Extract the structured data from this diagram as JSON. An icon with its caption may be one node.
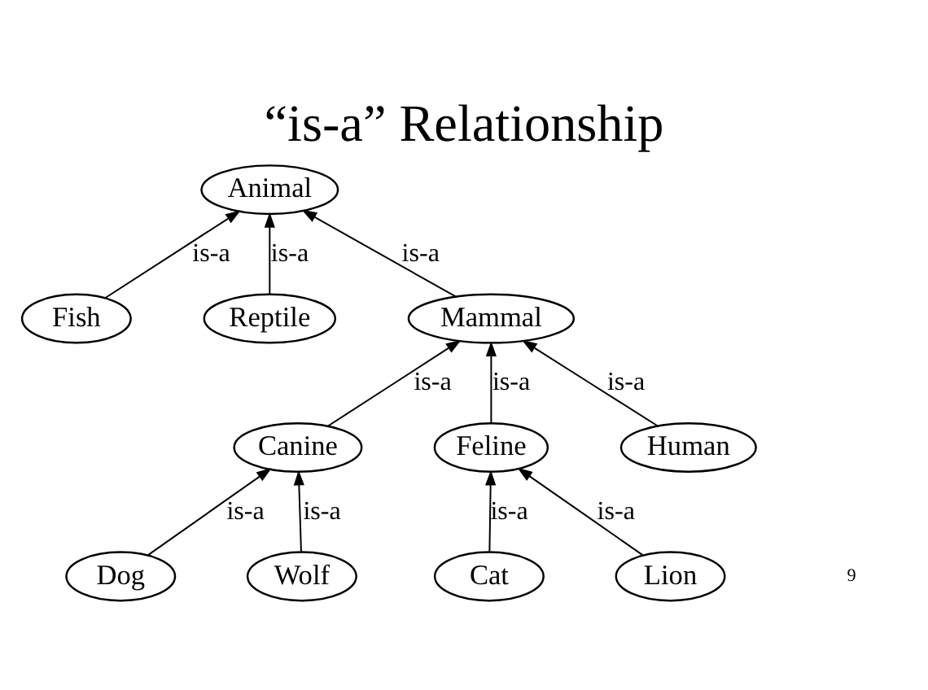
{
  "diagram": {
    "title": "“is-a” Relationship",
    "nodes": [
      {
        "text": [
          "Animal"
        ]
      },
      {
        "text": [
          "Fish"
        ]
      },
      {
        "text": [
          "Reptile"
        ]
      },
      {
        "text": [
          "Mammal"
        ]
      },
      {
        "text": [
          "Canine"
        ]
      },
      {
        "text": [
          "Feline"
        ]
      },
      {
        "text": [
          "Human"
        ]
      },
      {
        "text": [
          "Dog"
        ]
      },
      {
        "text": [
          "Wolf"
        ]
      },
      {
        "text": [
          "Cat"
        ]
      },
      {
        "text": [
          "Lion"
        ]
      }
    ],
    "edges": [
      {
        "from": 1,
        "to": 0,
        "arrow": "to",
        "label": "is-a"
      },
      {
        "from": 3,
        "to": 0,
        "arrow": "to",
        "label": "is-a"
      },
      {
        "from": 2,
        "to": 0,
        "arrow": "to",
        "label": "is-a"
      },
      {
        "from": 4,
        "to": 3,
        "arrow": "to",
        "label": "is-a"
      },
      {
        "from": 5,
        "to": 3,
        "arrow": "to",
        "label": "is-a"
      },
      {
        "from": 6,
        "to": 3,
        "arrow": "to",
        "label": "is-a"
      },
      {
        "from": 7,
        "to": 4,
        "arrow": "to",
        "label": "is-a"
      },
      {
        "from": 8,
        "to": 4,
        "arrow": "to",
        "label": "is-a"
      },
      {
        "from": 9,
        "to": 5,
        "arrow": "to",
        "label": "is-a"
      },
      {
        "from": 10,
        "to": 5,
        "arrow": "to",
        "label": "is-a"
      }
    ],
    "labels": [
      "9"
    ]
  }
}
